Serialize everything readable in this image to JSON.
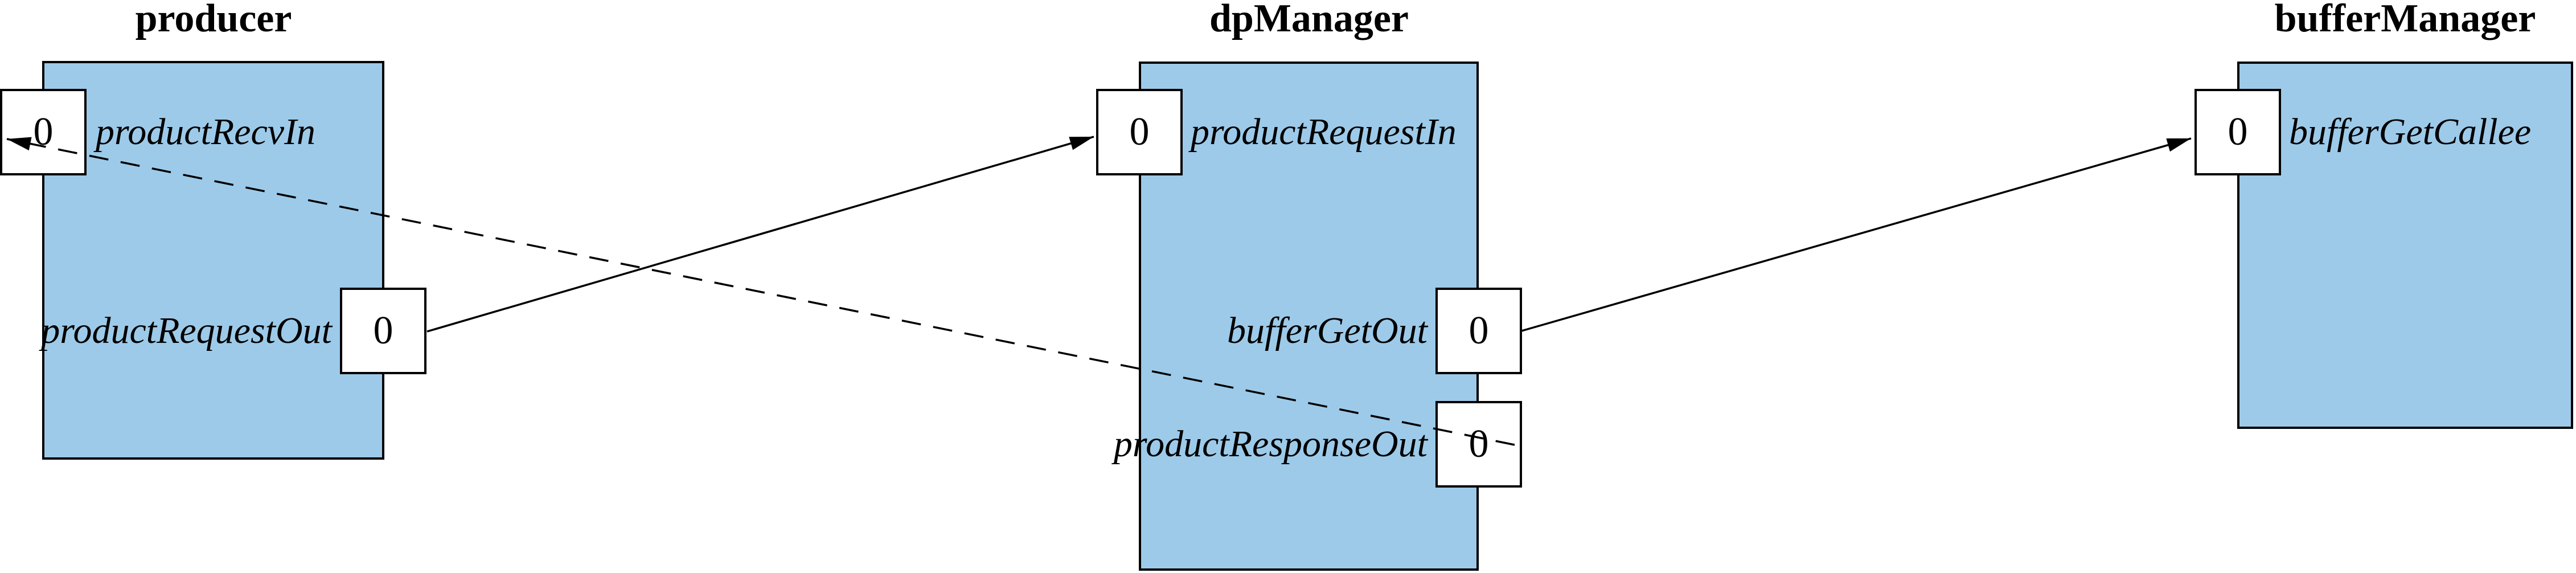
{
  "diagram": {
    "colors": {
      "module_fill": "#9dcae9",
      "stroke": "#000000",
      "background": "#ffffff"
    },
    "modules": [
      {
        "title": "producer",
        "ports": [
          {
            "label": "productRecvIn",
            "value": "0",
            "side": "left",
            "direction": "in"
          },
          {
            "label": "productRequestOut",
            "value": "0",
            "side": "right",
            "direction": "out"
          }
        ]
      },
      {
        "title": "dpManager",
        "ports": [
          {
            "label": "productRequestIn",
            "value": "0",
            "side": "left",
            "direction": "in"
          },
          {
            "label": "bufferGetOut",
            "value": "0",
            "side": "right",
            "direction": "out"
          },
          {
            "label": "productResponseOut",
            "value": "0",
            "side": "right",
            "direction": "out"
          }
        ]
      },
      {
        "title": "bufferManager",
        "ports": [
          {
            "label": "bufferGetCallee",
            "value": "0",
            "side": "left",
            "direction": "in"
          }
        ]
      }
    ],
    "connections": [
      {
        "from": "producer.productRequestOut",
        "to": "dpManager.productRequestIn",
        "style": "solid"
      },
      {
        "from": "dpManager.bufferGetOut",
        "to": "bufferManager.bufferGetCallee",
        "style": "solid"
      },
      {
        "from": "dpManager.productResponseOut",
        "to": "producer.productRecvIn",
        "style": "dashed"
      }
    ]
  }
}
